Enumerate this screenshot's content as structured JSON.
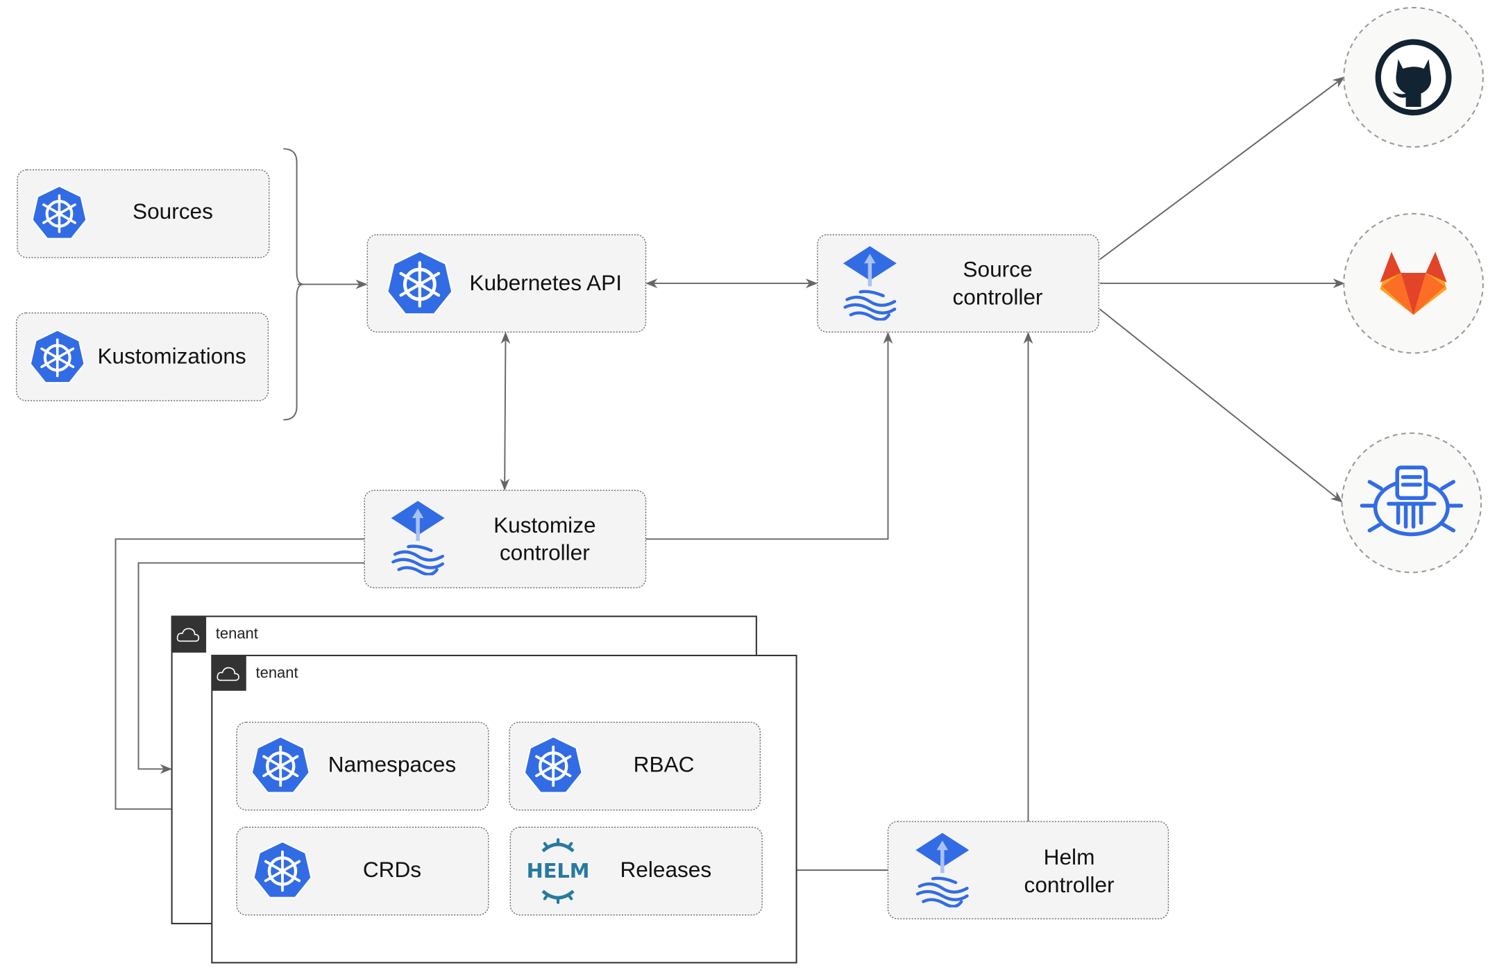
{
  "nodes": {
    "sources": "Sources",
    "kustomizations": "Kustomizations",
    "kubernetes_api": "Kubernetes API",
    "source_controller": [
      "Source",
      "controller"
    ],
    "kustomize_controller": [
      "Kustomize",
      "controller"
    ],
    "helm_controller": [
      "Helm",
      "controller"
    ],
    "namespaces": "Namespaces",
    "rbac": "RBAC",
    "crds": "CRDs",
    "releases": "Releases",
    "helm_logo_text": "HELM"
  },
  "tenants": [
    "tenant",
    "tenant"
  ],
  "external": {
    "icons": [
      "github-icon",
      "gitlab-icon",
      "bucket-icon"
    ]
  },
  "colors": {
    "kubernetes_blue": "#326CE5",
    "gitlab_orange": "#E24329",
    "github_dark": "#122332",
    "helm_blue": "#277A9F",
    "edge": "#666666"
  }
}
